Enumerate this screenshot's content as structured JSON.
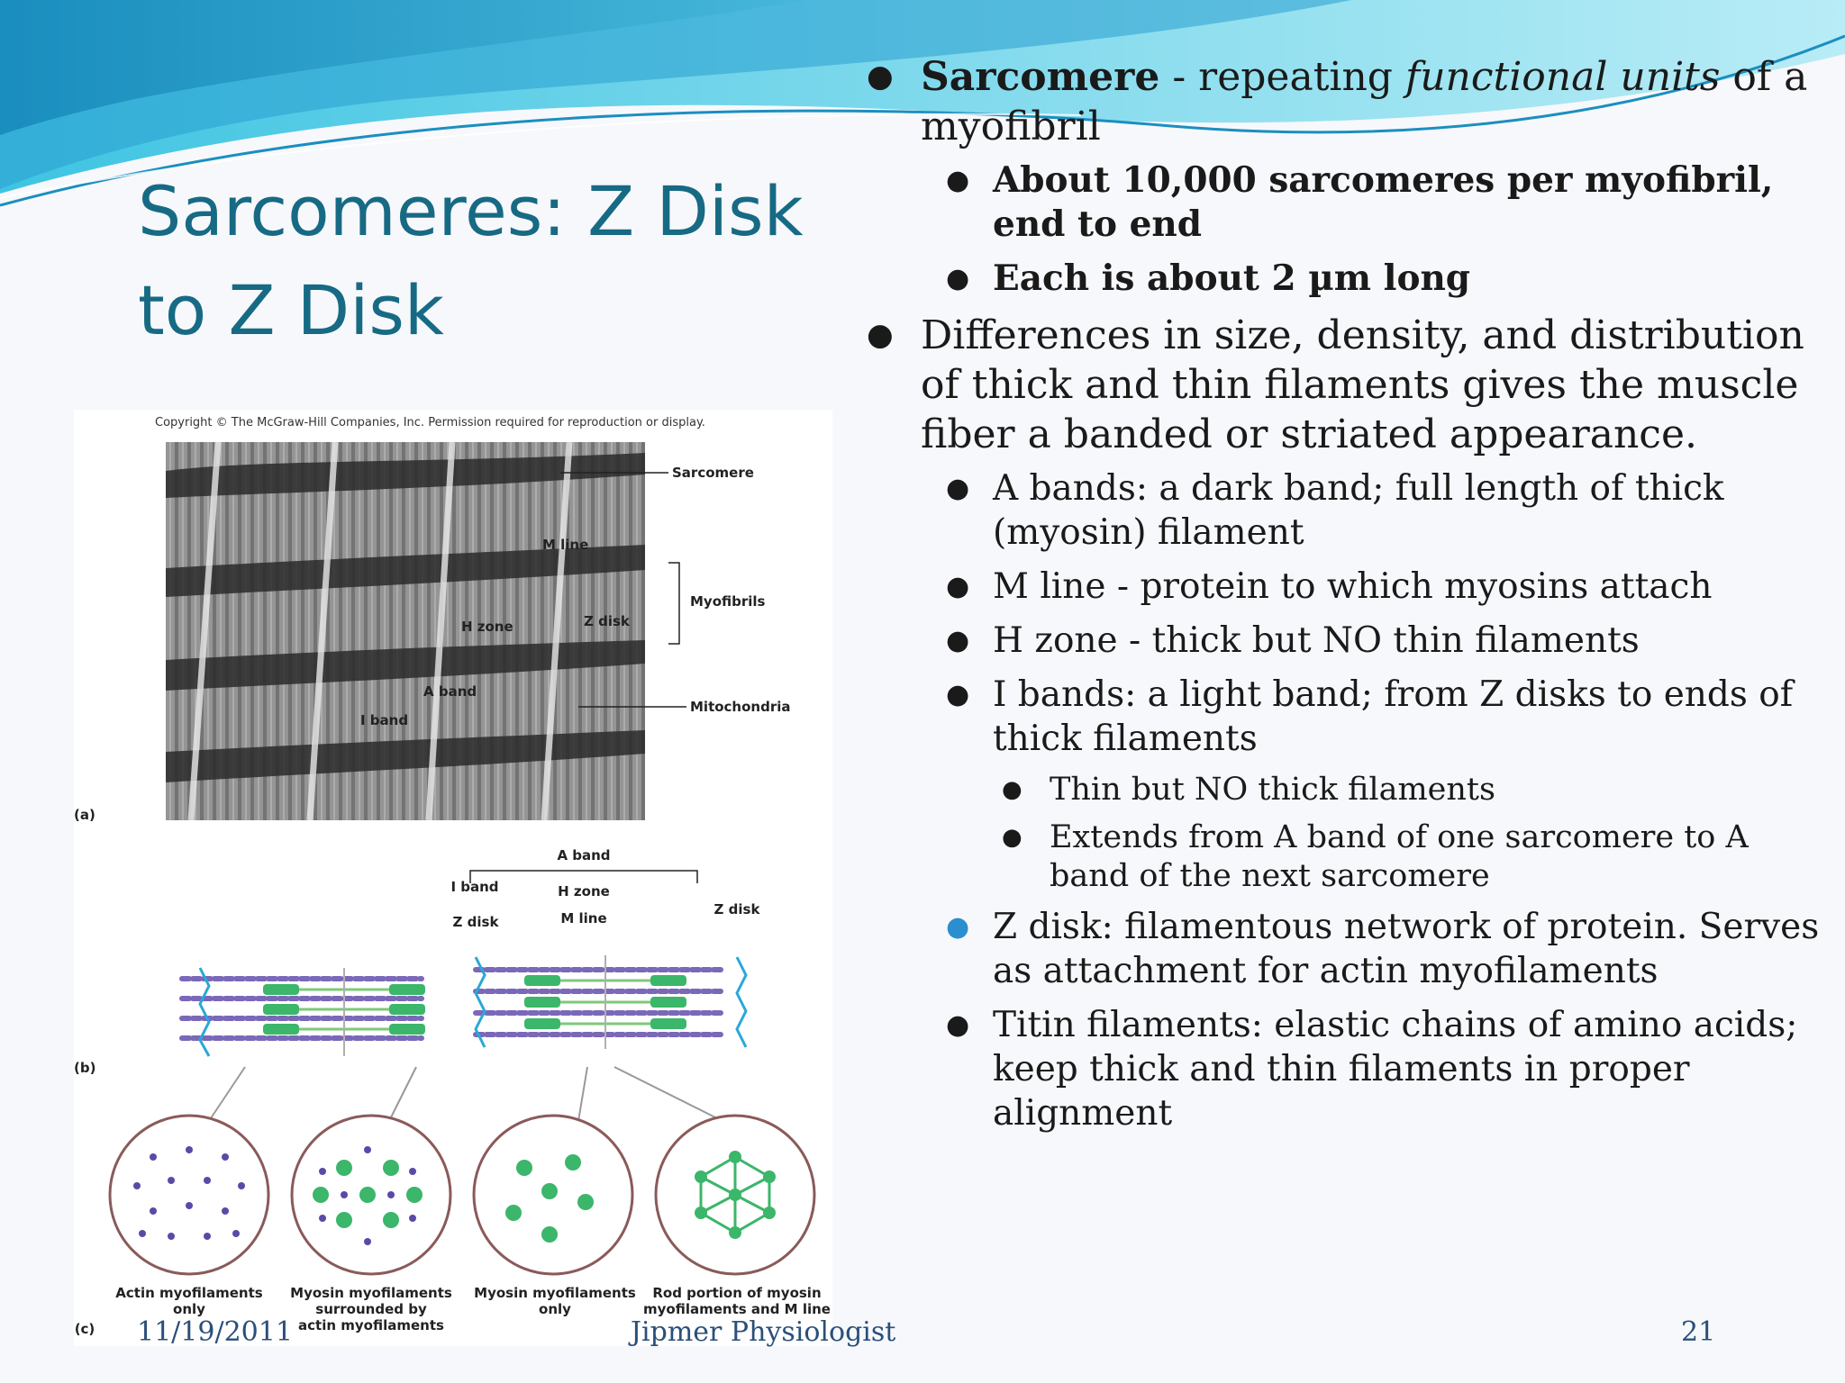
{
  "slide": {
    "title": "Sarcomeres: Z Disk to Z Disk",
    "bullets": {
      "b1_label": "Sarcomere",
      "b1_mid": " - repeating ",
      "b1_italic": "functional units",
      "b1_end": " of a myofibril",
      "b1_1": "About 10,000 sarcomeres per myofibril, end to end",
      "b1_2": "Each is about 2 µm long",
      "b2": "Differences in size, density, and distribution of thick and thin filaments gives the muscle fiber a banded or striated appearance.",
      "b2_1": "A bands: a dark band; full length of thick (myosin) filament",
      "b2_2": "M line - protein to which myosins attach",
      "b2_3": "H zone - thick but NO thin filaments",
      "b2_4": "I bands: a light band; from Z disks to ends of thick filaments",
      "b2_4_1": "Thin but NO thick filaments",
      "b2_4_2": "Extends from A band of one sarcomere to A band of the next sarcomere",
      "b2_5": "Z disk: filamentous network of protein. Serves as attachment for actin myofilaments",
      "b2_6": "Titin filaments: elastic chains of amino acids; keep thick and thin filaments in proper alignment"
    },
    "footer": {
      "date": "11/19/2011",
      "author": "Jipmer Physiologist",
      "page": "21"
    },
    "colors": {
      "title": "#176a84",
      "accent_bullet": "#2a8fcf",
      "wave": "#3fc3e0"
    }
  },
  "figure": {
    "copyright": "Copyright © The McGraw-Hill Companies, Inc. Permission required for reproduction or display.",
    "part_a": {
      "tag": "(a)",
      "labels": {
        "sarcomere": "Sarcomere",
        "m_line": "M line",
        "myofibrils": "Myofibrils",
        "h_zone": "H zone",
        "z_disk": "Z disk",
        "a_band": "A band",
        "i_band": "I band",
        "mitochondria": "Mitochondria"
      }
    },
    "part_b": {
      "tag": "(b)",
      "labels": {
        "a_band": "A band",
        "i_band": "I band",
        "h_zone": "H zone",
        "z_disk_left": "Z disk",
        "m_line": "M line",
        "z_disk_right": "Z disk"
      }
    },
    "part_c": {
      "tag": "(c)",
      "circles": [
        {
          "line1": "Actin myofilaments",
          "line2": "only",
          "line3": ""
        },
        {
          "line1": "Myosin myofilaments",
          "line2": "surrounded by",
          "line3": "actin myofilaments"
        },
        {
          "line1": "Myosin myofilaments",
          "line2": "only",
          "line3": ""
        },
        {
          "line1": "Rod portion of myosin",
          "line2": "myofilaments and M line",
          "line3": ""
        }
      ]
    }
  }
}
